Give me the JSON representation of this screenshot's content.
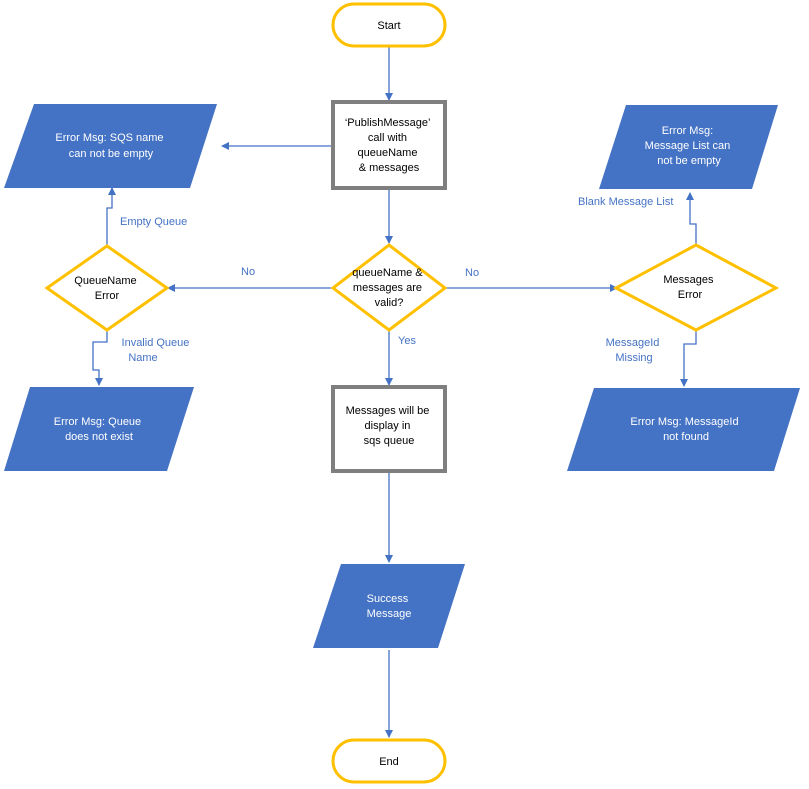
{
  "nodes": {
    "start": {
      "lines": [
        "Start"
      ]
    },
    "publish": {
      "lines": [
        "‘PublishMessage’",
        "call with",
        "queueName",
        "& messages"
      ]
    },
    "err_sqs_name": {
      "lines": [
        "Error Msg: SQS name",
        "can not be empty"
      ]
    },
    "err_msg_list": {
      "lines": [
        "Error Msg:",
        "Message List can",
        "not be empty"
      ]
    },
    "valid": {
      "lines": [
        "queueName &",
        "messages are",
        "valid?"
      ]
    },
    "queuename_error": {
      "lines": [
        "QueueName",
        "Error"
      ]
    },
    "messages_error": {
      "lines": [
        "Messages",
        "Error"
      ]
    },
    "err_queue": {
      "lines": [
        "Error Msg: Queue",
        "does not exist"
      ]
    },
    "display": {
      "lines": [
        "Messages will be",
        "display in",
        "sqs queue"
      ]
    },
    "err_msgid": {
      "lines": [
        "Error Msg: MessageId",
        "not found"
      ]
    },
    "success": {
      "lines": [
        "Success",
        "Message"
      ]
    },
    "end": {
      "lines": [
        "End"
      ]
    }
  },
  "edge_labels": {
    "no_left": "No",
    "no_right": "No",
    "yes": "Yes",
    "empty_queue": "Empty Queue",
    "blank_list": "Blank Message List",
    "invalid_queue": [
      "Invalid Queue",
      "Name"
    ],
    "msgid_missing": [
      "MessageId",
      "Missing"
    ]
  },
  "colors": {
    "terminal_stroke": "#FFC000",
    "process_stroke": "#7F7F7F",
    "decision_stroke": "#FFC000",
    "io_fill": "#4472C4",
    "arrow": "#4472C4",
    "text_dark": "#000000",
    "text_light": "#FFFFFF",
    "label_text": "#4472C4"
  }
}
